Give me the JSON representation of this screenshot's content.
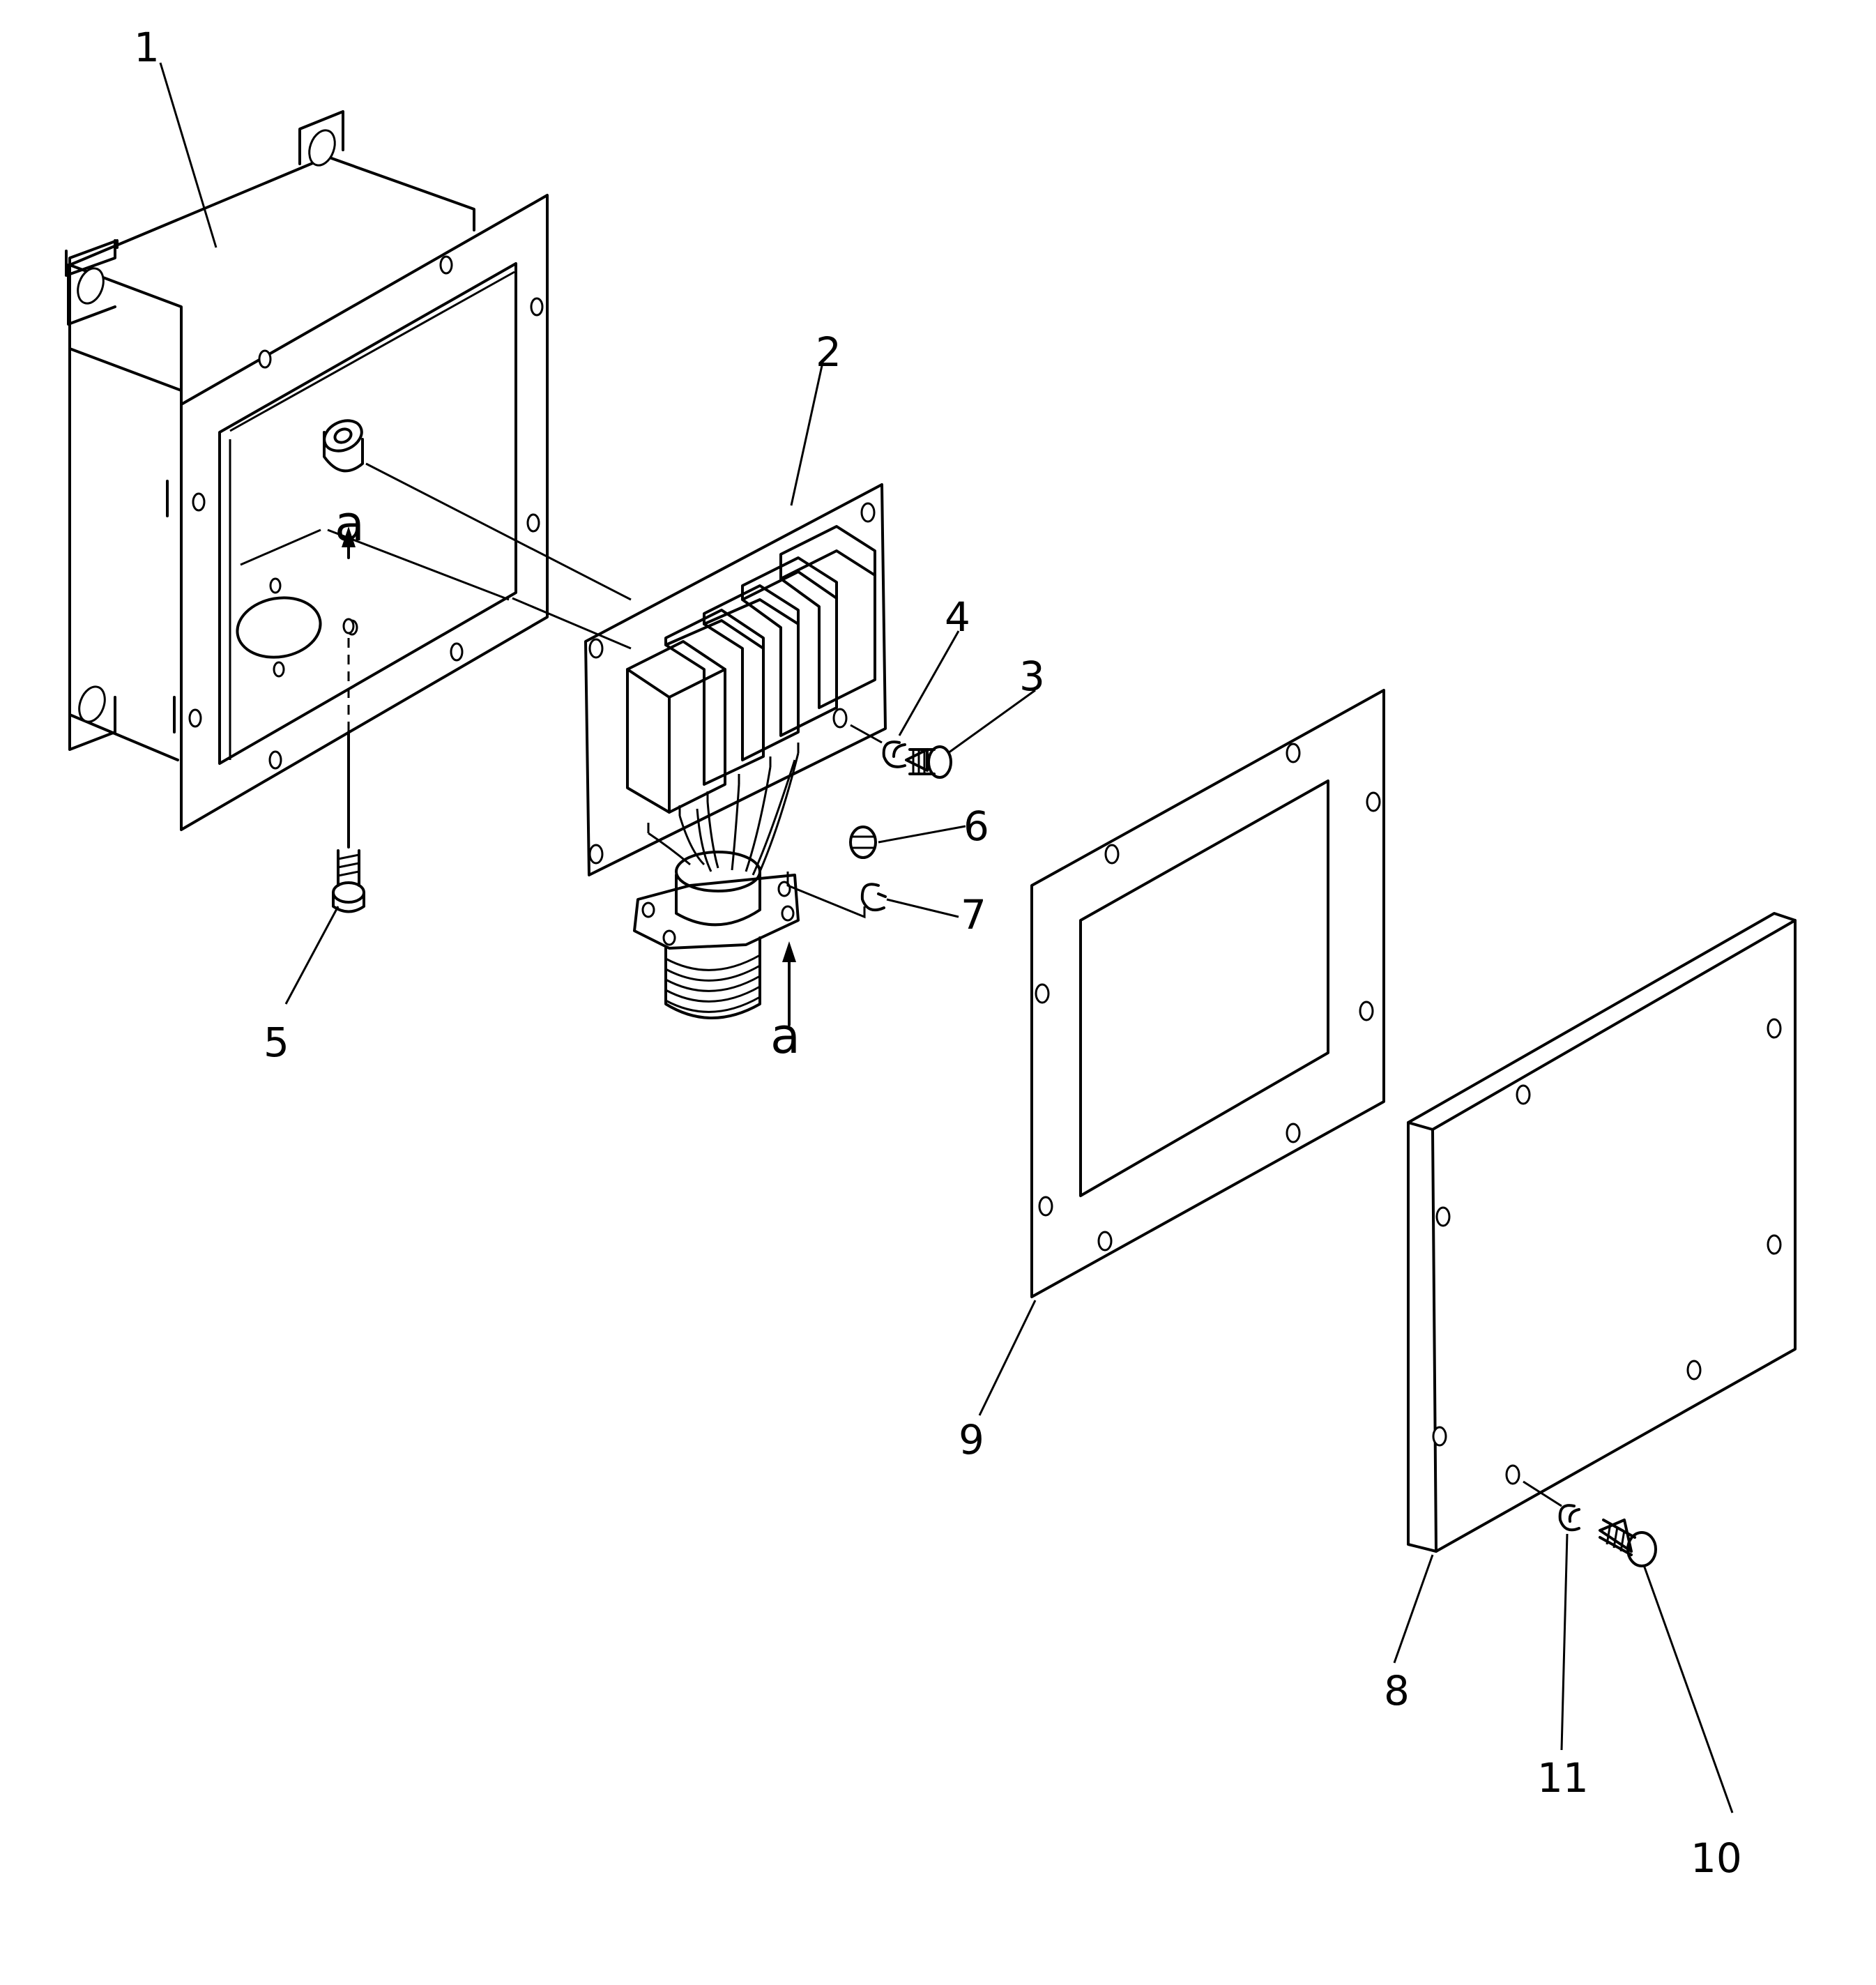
{
  "callouts": {
    "c1": "1",
    "c2": "2",
    "c3": "3",
    "c4": "4",
    "c5": "5",
    "c6": "6",
    "c7": "7",
    "c8": "8",
    "c9": "9",
    "c10": "10",
    "c11": "11",
    "a_upper": "a",
    "a_lower": "a"
  },
  "colors": {
    "ink": "#000000",
    "paper": "#ffffff"
  }
}
